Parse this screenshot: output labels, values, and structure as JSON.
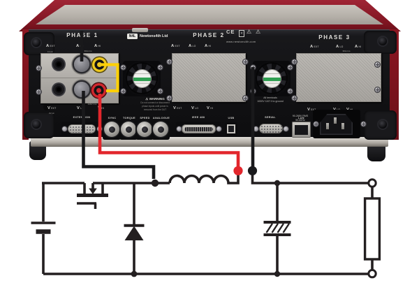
{
  "instrument": {
    "brand_badge": "N4L",
    "brand_name": "Newtons4th Ltd",
    "website": "www.newtons4th.com",
    "ce_mark": "CE",
    "weee_mark": "✕",
    "warning_triangle": "⚠",
    "phases": [
      "PHASE 1",
      "PHASE 2",
      "PHASE 3"
    ],
    "current_row": {
      "ext": "A EXT",
      "lo": "A LO",
      "hi": "A HI",
      "ext_rating": "1V pk",
      "range": "30A rms"
    },
    "voltage_row": {
      "ext": "V EXT",
      "lo": "V LO",
      "hi": "V HI",
      "ext_rating": "2V pk",
      "range": "240V rms"
    },
    "warning": {
      "title": "WARNING",
      "lines": [
        "Do not connect or disconnect",
        "phase inputs until power is",
        "removed from the DUT"
      ]
    },
    "cat_note": [
      "All terminals",
      "1000V CAT II to ground"
    ],
    "ports": {
      "extension": "EXTENSION",
      "sync": "SYNC",
      "torque": "TORQUE",
      "speed": "SPEED",
      "analogue": "ANALOGUE",
      "ieee": "IEEE 488",
      "usb": "USB",
      "serial": "SERIAL",
      "lan": "LAN"
    },
    "power_rating": [
      "90-265V RMS",
      "50-60Hz",
      "30VA MAX"
    ]
  },
  "schematic": {
    "components": [
      "dc-source",
      "mosfet-switch",
      "freewheel-diode",
      "inductor",
      "output-capacitor",
      "load-resistor"
    ],
    "wire_colors": {
      "voltage_lead": "#e2262c",
      "current_lead": "#19191b",
      "link": "#fdd006"
    },
    "line_color": "#231f20"
  }
}
